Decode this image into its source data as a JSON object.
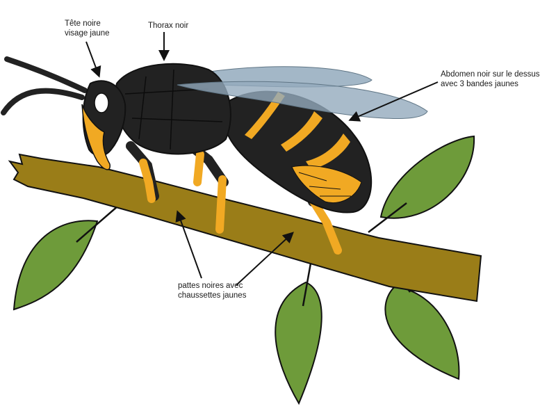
{
  "labels": {
    "head": {
      "line1": "Tête noire",
      "line2": "visage jaune"
    },
    "thorax": {
      "line1": "Thorax noir"
    },
    "abdomen": {
      "line1": "Abdomen noir sur le dessus",
      "line2": "avec 3 bandes jaunes"
    },
    "legs": {
      "line1": "pattes noires avec",
      "line2": "chaussettes jaunes"
    }
  },
  "colors": {
    "black": "#222222",
    "yellow": "#f1a923",
    "branch": "#9a7d18",
    "leaf": "#6e9b3a",
    "wing": "#93aabd",
    "outline": "#111111"
  }
}
